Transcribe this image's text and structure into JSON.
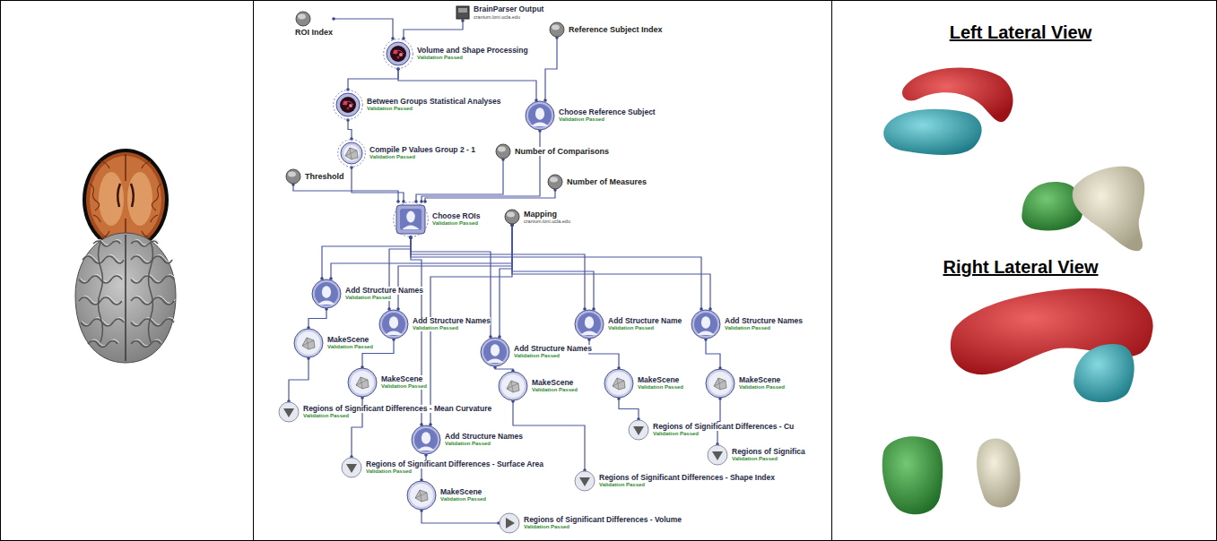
{
  "diagram": {
    "nodes": [
      {
        "text": [
          "ROI Index"
        ]
      },
      {
        "text": [
          "BrainParser Output",
          "cranium.loni.ucla.edu"
        ]
      },
      {
        "text": [
          "Reference Subject Index"
        ]
      },
      {
        "text": [
          "Volume and Shape Processing",
          "Validation Passed"
        ]
      },
      {
        "text": [
          "Between Groups Statistical Analyses",
          "Validation Passed"
        ]
      },
      {
        "text": [
          "Choose Reference Subject",
          "Validation Passed"
        ]
      },
      {
        "text": [
          "Compile P Values Group 2 - 1",
          "Validation Passed"
        ]
      },
      {
        "text": [
          "Number of Comparisons"
        ]
      },
      {
        "text": [
          "Threshold"
        ]
      },
      {
        "text": [
          "Number of Measures"
        ]
      },
      {
        "text": [
          "Choose ROIs",
          "Validation Passed"
        ]
      },
      {
        "text": [
          "Mapping",
          "cranium.loni.ucla.edu"
        ]
      },
      {
        "text": [
          "Add Structure Names",
          "Validation Passed"
        ]
      },
      {
        "text": [
          "Add Structure Names",
          "Validation Passed"
        ]
      },
      {
        "text": [
          "Add Structure Names",
          "Validation Passed"
        ]
      },
      {
        "text": [
          "Add Structure Name",
          "Validation Passed"
        ]
      },
      {
        "text": [
          "Add Structure Names",
          "Validation Passed"
        ]
      },
      {
        "text": [
          "MakeScene",
          "Validation Passed"
        ]
      },
      {
        "text": [
          "MakeScene",
          "Validation Passed"
        ]
      },
      {
        "text": [
          "MakeScene",
          "Validation Passed"
        ]
      },
      {
        "text": [
          "MakeScene",
          "Validation Passed"
        ]
      },
      {
        "text": [
          "MakeScene",
          "Validation Passed"
        ]
      },
      {
        "text": [
          "Add Structure Names",
          "Validation Passed"
        ]
      },
      {
        "text": [
          "MakeScene",
          "Validation Passed"
        ]
      },
      {
        "text": [
          "Regions of Significant Differences - Mean Curvature",
          "Validation Passed"
        ]
      },
      {
        "text": [
          "Regions of Significant Differences - Surface Area",
          "Validation Passed"
        ]
      },
      {
        "text": [
          "Regions of Significant Differences - Shape Index",
          "Validation Passed"
        ]
      },
      {
        "text": [
          "Regions of Significant Differences - Cu",
          "Validation Passed"
        ]
      },
      {
        "text": [
          "Regions of Significa",
          "Validation Passed"
        ]
      },
      {
        "text": [
          "Regions of Significant Differences - Volume",
          "Validation Passed"
        ]
      }
    ],
    "edges": [
      {
        "from": 0,
        "to": 3,
        "arrow": "none"
      },
      {
        "from": 1,
        "to": 3,
        "arrow": "none"
      },
      {
        "from": 3,
        "to": 4,
        "arrow": "none"
      },
      {
        "from": 3,
        "to": 5,
        "arrow": "none"
      },
      {
        "from": 2,
        "to": 5,
        "arrow": "none"
      },
      {
        "from": 4,
        "to": 6,
        "arrow": "none"
      },
      {
        "from": 6,
        "to": 10,
        "arrow": "none"
      },
      {
        "from": 5,
        "to": 10,
        "arrow": "none"
      },
      {
        "from": 7,
        "to": 10,
        "arrow": "none"
      },
      {
        "from": 8,
        "to": 10,
        "arrow": "none"
      },
      {
        "from": 9,
        "to": 10,
        "arrow": "none"
      },
      {
        "from": 10,
        "to": 12,
        "arrow": "none"
      },
      {
        "from": 10,
        "to": 13,
        "arrow": "none"
      },
      {
        "from": 10,
        "to": 14,
        "arrow": "none"
      },
      {
        "from": 10,
        "to": 15,
        "arrow": "none"
      },
      {
        "from": 10,
        "to": 16,
        "arrow": "none"
      },
      {
        "from": 10,
        "to": 22,
        "arrow": "none"
      },
      {
        "from": 11,
        "to": 12,
        "arrow": "none"
      },
      {
        "from": 11,
        "to": 13,
        "arrow": "none"
      },
      {
        "from": 11,
        "to": 14,
        "arrow": "none"
      },
      {
        "from": 11,
        "to": 15,
        "arrow": "none"
      },
      {
        "from": 11,
        "to": 16,
        "arrow": "none"
      },
      {
        "from": 11,
        "to": 22,
        "arrow": "none"
      },
      {
        "from": 12,
        "to": 17,
        "arrow": "none"
      },
      {
        "from": 13,
        "to": 18,
        "arrow": "none"
      },
      {
        "from": 14,
        "to": 19,
        "arrow": "none"
      },
      {
        "from": 15,
        "to": 20,
        "arrow": "none"
      },
      {
        "from": 16,
        "to": 21,
        "arrow": "none"
      },
      {
        "from": 22,
        "to": 23,
        "arrow": "none"
      },
      {
        "from": 17,
        "to": 24,
        "arrow": "none"
      },
      {
        "from": 18,
        "to": 25,
        "arrow": "none"
      },
      {
        "from": 19,
        "to": 26,
        "arrow": "none"
      },
      {
        "from": 20,
        "to": 27,
        "arrow": "none"
      },
      {
        "from": 21,
        "to": 28,
        "arrow": "none"
      },
      {
        "from": 23,
        "to": 29,
        "arrow": "none"
      }
    ],
    "labels": [
      "Left Lateral View",
      "Right Lateral View"
    ]
  }
}
